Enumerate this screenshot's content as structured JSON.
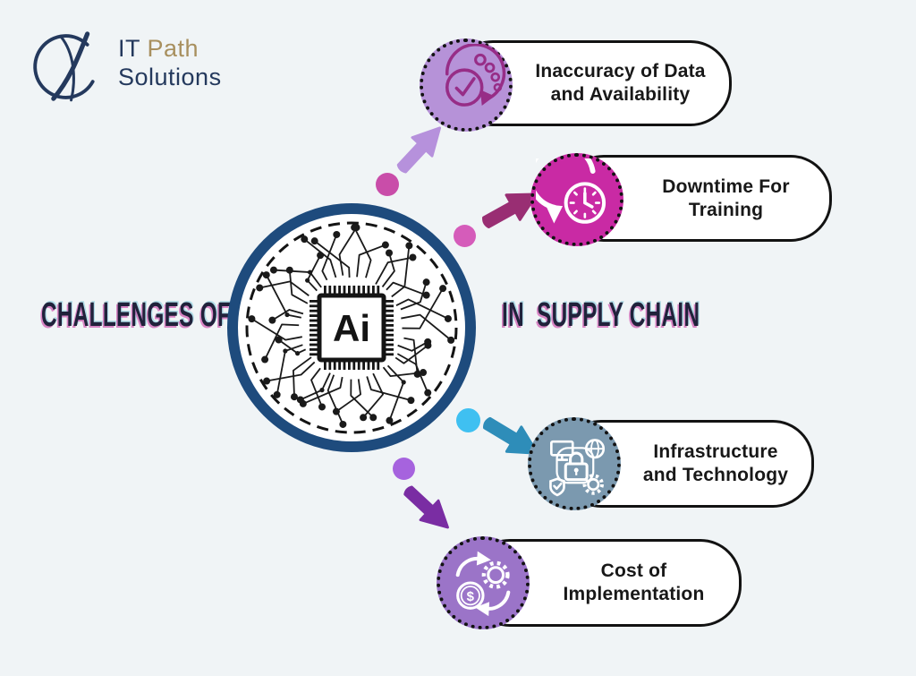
{
  "brand": {
    "name_part1": "IT ",
    "name_part2": "Path",
    "name_line2": "Solutions",
    "navy": "#24395d",
    "gold": "#a8905f"
  },
  "title": {
    "left": "CHALLENGES OF",
    "right": "IN  SUPPLY CHAIN",
    "center_chip": "Ai",
    "ink": "#20223b"
  },
  "callouts": [
    {
      "id": "inaccuracy",
      "label_line1": "Inaccuracy of Data",
      "label_line2": "and Availability",
      "circle_color": "#b692d8",
      "icon": "data-accuracy-check-icon",
      "icon_color": "#972d87"
    },
    {
      "id": "downtime",
      "label_line1": "Downtime For",
      "label_line2": "Training",
      "circle_color": "#c92aa4",
      "icon": "clock-history-icon",
      "icon_color": "#ffffff"
    },
    {
      "id": "infrastructure",
      "label_line1": "Infrastructure",
      "label_line2": "and Technology",
      "circle_color": "#7b99af",
      "icon": "devices-security-icon",
      "icon_color": "#ffffff"
    },
    {
      "id": "cost",
      "label_line1": "Cost of",
      "label_line2": "Implementation",
      "circle_color": "#9b74c8",
      "icon": "cost-gear-dollar-icon",
      "icon_color": "#ffffff"
    }
  ],
  "connectors": {
    "arrows": [
      "#b691dc",
      "#992e73",
      "#2e8db9",
      "#7a2da3"
    ],
    "dots": [
      "#c94da9",
      "#d55cba",
      "#3fc0f1",
      "#a663de"
    ]
  },
  "colors": {
    "background": "#f0f4f6",
    "ring_navy": "#1e4b7d",
    "pill_border": "#121212",
    "circuit_ink": "#1a1a1a"
  }
}
